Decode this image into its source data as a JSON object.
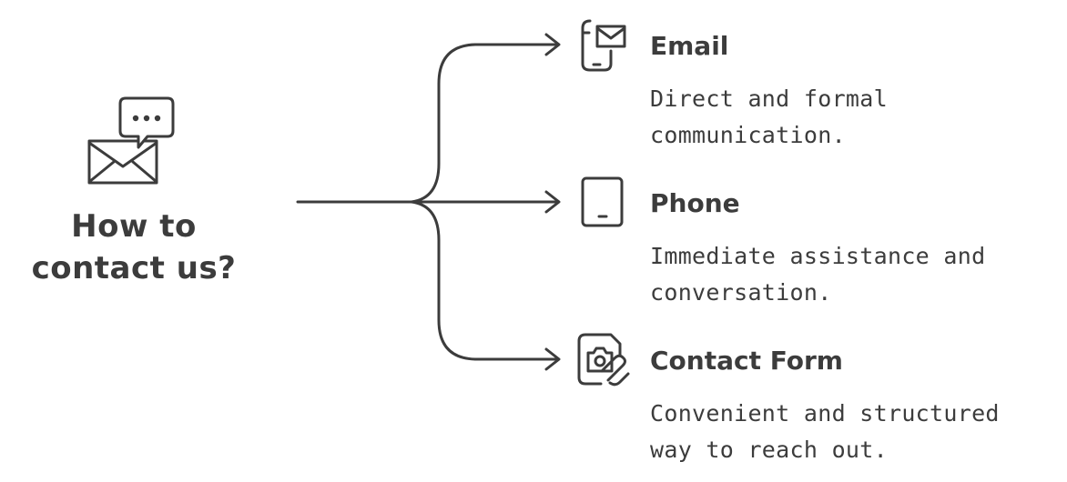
{
  "center": {
    "title_line1": "How to",
    "title_line2": "contact us?",
    "icon": "mail-chat-icon"
  },
  "options": [
    {
      "title": "Email",
      "desc_line1": "Direct and formal",
      "desc_line2": "communication.",
      "icon": "mobile-mail-icon"
    },
    {
      "title": "Phone",
      "desc_line1": "Immediate assistance and",
      "desc_line2": "conversation.",
      "icon": "phone-icon"
    },
    {
      "title": "Contact Form",
      "desc_line1": "Convenient and structured",
      "desc_line2": "way to reach out.",
      "icon": "form-camera-attachment-icon"
    }
  ],
  "colors": {
    "ink": "#3c3c3c",
    "background": "#ffffff"
  }
}
